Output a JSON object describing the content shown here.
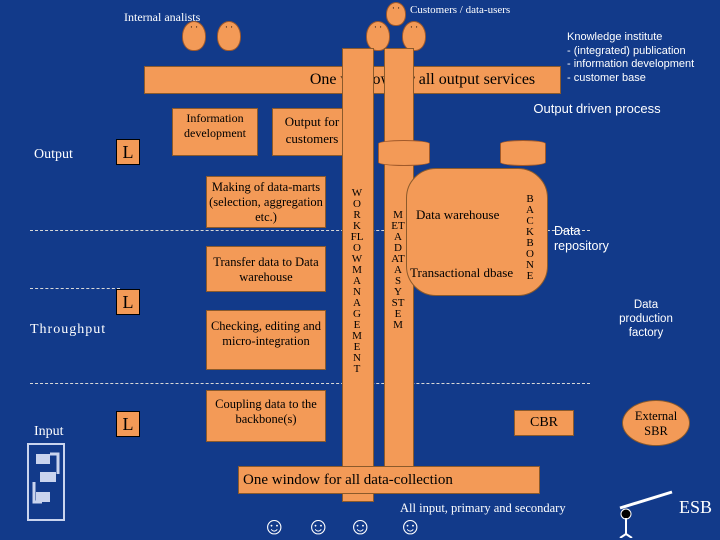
{
  "labels": {
    "internal_analists": "Internal analists",
    "customers": "Customers / data-users",
    "knowledge_title": "Knowledge institute",
    "knowledge_items": [
      "- (integrated) publication",
      "- information development",
      "- customer base"
    ],
    "one_window_output": "One window for all output services",
    "output_driven": "Output driven process",
    "information_dev": "Information development",
    "output_customers": "Output for customers",
    "output": "Output",
    "throughput": "Throughput",
    "input": "Input",
    "l": "L",
    "making_datamarts": "Making of data-marts (selection, aggregation etc.)",
    "transfer_data": "Transfer data to Data warehouse",
    "checking": "Checking, editing and micro-integration",
    "coupling": "Coupling data to the backbone(s)",
    "workflow": "WORKFLOW MANAGEMENT",
    "meta": "META DATA SYSTEM",
    "backbone": "BACKBONE",
    "data_warehouse": "Data warehouse",
    "transactional": "Transactional dbase",
    "data_repository": "Data repository",
    "data_production": "Data production factory",
    "cbr": "CBR",
    "external_sbr": "External SBR",
    "one_window_input": "One window for all data-collection",
    "all_input": "All input, primary and secondary",
    "esb": "ESB",
    "smiley": "☺"
  },
  "colors": {
    "background": "#123a8a",
    "accent": "#f39a57"
  }
}
